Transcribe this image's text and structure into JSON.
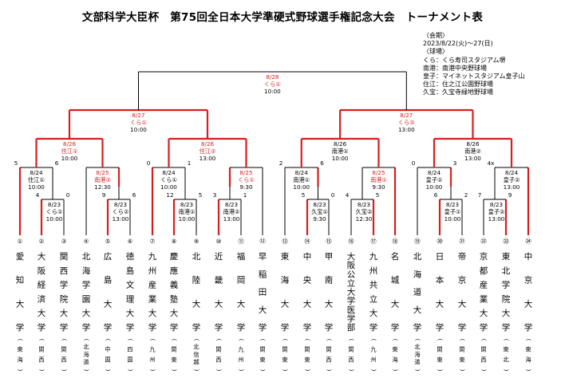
{
  "title": "文部科学大臣杯　第75回全日本大学準硬式野球選手権記念大会　トーナメント表",
  "info": {
    "lines": [
      "〈会期〉",
      "2023/8/22(火)〜27(日)",
      "〈球場〉",
      "くら：くら寿司スタジアム堺",
      "南港：南港中央野球場",
      "皇子：マイネットスタジアム皇子山",
      "住江：住之江公園野球場",
      "久宝：久宝寺緑地野球場"
    ]
  },
  "teams": [
    {
      "no": "①",
      "name": "愛知大学",
      "region": "東海"
    },
    {
      "no": "②",
      "name": "大阪経済大学",
      "region": "関西"
    },
    {
      "no": "③",
      "name": "関西学院大学",
      "region": "関西"
    },
    {
      "no": "④",
      "name": "北海学園大学",
      "region": "北海道"
    },
    {
      "no": "⑤",
      "name": "広島大学",
      "region": "中国"
    },
    {
      "no": "⑥",
      "name": "徳島文理大学",
      "region": "四国"
    },
    {
      "no": "⑦",
      "name": "九州産業大学",
      "region": "九州"
    },
    {
      "no": "⑧",
      "name": "慶應義塾大学",
      "region": "関東"
    },
    {
      "no": "⑨",
      "name": "北陸大学",
      "region": "北信越"
    },
    {
      "no": "⑩",
      "name": "近畿大学",
      "region": "関西"
    },
    {
      "no": "⑪",
      "name": "福岡大学",
      "region": "九州"
    },
    {
      "no": "⑫",
      "name": "早稲田大学",
      "region": "関東"
    },
    {
      "no": "⑬",
      "name": "東海大学",
      "region": "関東"
    },
    {
      "no": "⑭",
      "name": "中央大学",
      "region": "関東"
    },
    {
      "no": "⑮",
      "name": "甲南大学",
      "region": "関西"
    },
    {
      "no": "⑯",
      "name": "大阪公立大学医学部",
      "region": "関西"
    },
    {
      "no": "⑰",
      "name": "九州共立大学",
      "region": "九州"
    },
    {
      "no": "⑱",
      "name": "名城大学",
      "region": "東海"
    },
    {
      "no": "⑲",
      "name": "北海道大学",
      "region": "北海道"
    },
    {
      "no": "⑳",
      "name": "日本大学",
      "region": "関東"
    },
    {
      "no": "㉑",
      "name": "帝京大学",
      "region": "関東"
    },
    {
      "no": "㉒",
      "name": "京都産業大学",
      "region": "関西"
    },
    {
      "no": "㉓",
      "name": "東北学院大学",
      "region": "東北"
    },
    {
      "no": "㉔",
      "name": "中京大学",
      "region": "東海"
    }
  ],
  "games": [
    {
      "id": "r1a",
      "lines": [
        "8/23",
        "くら①",
        "10:00"
      ],
      "red": false,
      "scores": [
        "4",
        "0"
      ]
    },
    {
      "id": "r1b",
      "lines": [
        "8/23",
        "くら②",
        "13:00"
      ],
      "red": false,
      "scores": [
        "9",
        "6"
      ]
    },
    {
      "id": "r1c",
      "lines": [
        "8/23",
        "南港①",
        "10:00"
      ],
      "red": false,
      "scores": [
        "12",
        "5"
      ]
    },
    {
      "id": "r1d",
      "lines": [
        "8/23",
        "南港②",
        "13:00"
      ],
      "red": false,
      "scores": [
        "3",
        "1"
      ]
    },
    {
      "id": "r1e",
      "lines": [
        "8/23",
        "久宝①",
        "9:30"
      ],
      "red": false,
      "scores": [
        "5",
        "0"
      ]
    },
    {
      "id": "r1f",
      "lines": [
        "8/23",
        "久宝②",
        "12:30"
      ],
      "red": false,
      "scores": [
        "4",
        "5"
      ]
    },
    {
      "id": "r1g",
      "lines": [
        "8/23",
        "皇子①",
        "10:00"
      ],
      "red": false,
      "scores": [
        "6",
        "2"
      ]
    },
    {
      "id": "r1h",
      "lines": [
        "8/23",
        "皇子②",
        "13:00"
      ],
      "red": false,
      "scores": [
        "7",
        "9"
      ]
    },
    {
      "id": "r2a",
      "lines": [
        "8/24",
        "住江①",
        "10:00"
      ],
      "red": false,
      "scores": [
        "5",
        "6"
      ]
    },
    {
      "id": "r2b",
      "lines": [
        "8/25",
        "南港②",
        "12:30"
      ],
      "red": true,
      "scores": []
    },
    {
      "id": "r2c",
      "lines": [
        "8/24",
        "くら①",
        "10:00"
      ],
      "red": false,
      "scores": [
        "0",
        "1"
      ]
    },
    {
      "id": "r2d",
      "lines": [
        "8/25",
        "くら①",
        "9:30"
      ],
      "red": true,
      "scores": []
    },
    {
      "id": "r2e",
      "lines": [
        "8/24",
        "南港①",
        "10:00"
      ],
      "red": false,
      "scores": [
        "2",
        "6"
      ]
    },
    {
      "id": "r2f",
      "lines": [
        "8/25",
        "南港①",
        "9:30"
      ],
      "red": true,
      "scores": []
    },
    {
      "id": "r2g",
      "lines": [
        "8/24",
        "皇子①",
        "10:00"
      ],
      "red": false,
      "scores": [
        "0",
        "3"
      ]
    },
    {
      "id": "r2h",
      "lines": [
        "8/24",
        "皇子②",
        "13:00"
      ],
      "red": false,
      "scores": [
        "4x",
        ""
      ]
    },
    {
      "id": "qf1",
      "lines": [
        "8/26",
        "住江①",
        "10:00"
      ],
      "red": true,
      "scores": []
    },
    {
      "id": "qf2",
      "lines": [
        "8/26",
        "住江②",
        "13:00"
      ],
      "red": true,
      "scores": []
    },
    {
      "id": "qf3",
      "lines": [
        "8/26",
        "南港①",
        "10:00"
      ],
      "red": false,
      "scores": []
    },
    {
      "id": "qf4",
      "lines": [
        "8/26",
        "南港②",
        "13:00"
      ],
      "red": false,
      "scores": []
    },
    {
      "id": "sf1",
      "lines": [
        "8/27",
        "くら①",
        "10:00"
      ],
      "red": true,
      "scores": []
    },
    {
      "id": "sf2",
      "lines": [
        "8/27",
        "くら②",
        "13:00"
      ],
      "red": true,
      "scores": []
    },
    {
      "id": "final",
      "lines": [
        "8/28",
        "くら①",
        "10:00"
      ],
      "red": true,
      "scores": []
    }
  ],
  "colors": {
    "winner_line": "#d81e1e",
    "normal_line": "#000000"
  }
}
